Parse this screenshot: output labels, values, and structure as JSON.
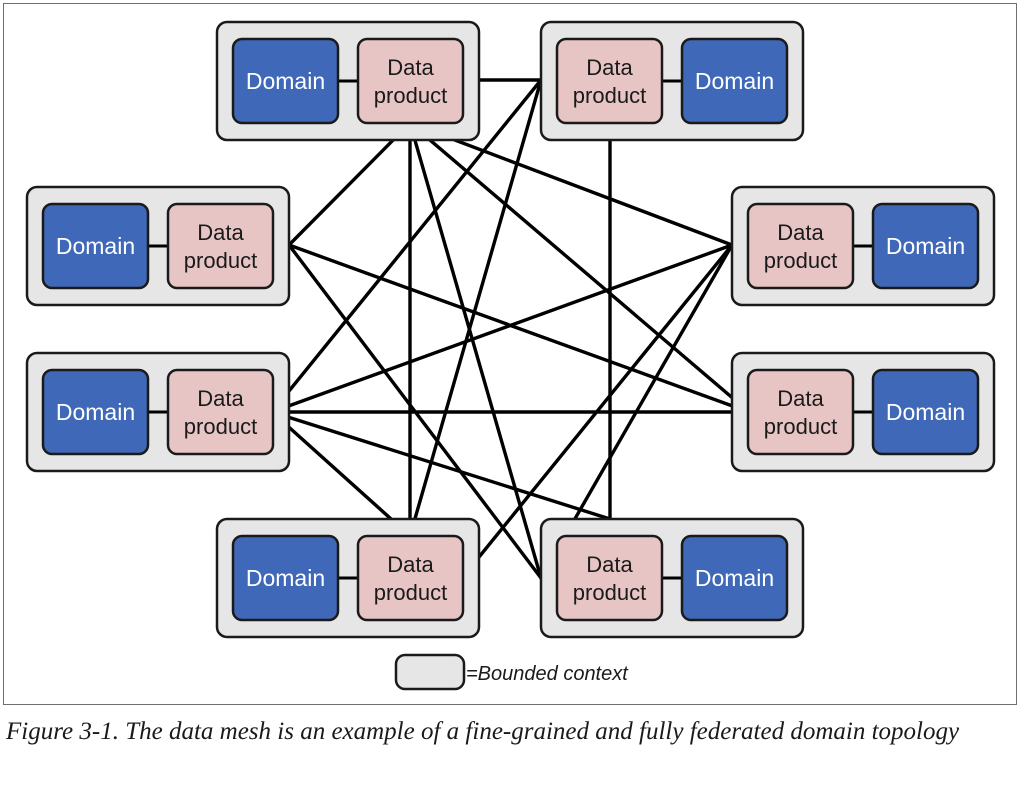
{
  "diagram": {
    "domain_label": "Domain",
    "data_product_line1": "Data",
    "data_product_line2": "product",
    "colors": {
      "domain_fill": "#3f68b8",
      "data_product_fill": "#e8c5c5",
      "bounded_context_fill": "#e6e6e6",
      "edge": "#000000"
    },
    "nodes": [
      {
        "id": "top-left",
        "domain_side": "left"
      },
      {
        "id": "top-right",
        "domain_side": "right"
      },
      {
        "id": "upper-left",
        "domain_side": "left"
      },
      {
        "id": "upper-right",
        "domain_side": "right"
      },
      {
        "id": "middle-left",
        "domain_side": "left"
      },
      {
        "id": "middle-right",
        "domain_side": "right"
      },
      {
        "id": "bottom-left",
        "domain_side": "left"
      },
      {
        "id": "bottom-right",
        "domain_side": "right"
      }
    ],
    "connections": [
      [
        "top-left",
        "top-right"
      ],
      [
        "top-left",
        "upper-left"
      ],
      [
        "top-left",
        "upper-right"
      ],
      [
        "top-left",
        "middle-right"
      ],
      [
        "top-left",
        "bottom-left"
      ],
      [
        "top-left",
        "bottom-right"
      ],
      [
        "top-right",
        "middle-left"
      ],
      [
        "top-right",
        "bottom-left"
      ],
      [
        "top-right",
        "bottom-right"
      ],
      [
        "upper-left",
        "middle-right"
      ],
      [
        "upper-left",
        "bottom-right"
      ],
      [
        "upper-right",
        "middle-left"
      ],
      [
        "upper-right",
        "bottom-left"
      ],
      [
        "upper-right",
        "bottom-right"
      ],
      [
        "middle-left",
        "middle-right"
      ],
      [
        "middle-left",
        "bottom-left"
      ],
      [
        "middle-left",
        "bottom-right"
      ]
    ]
  },
  "legend": {
    "label": "=Bounded context"
  },
  "caption": "Figure 3-1. The data mesh is an example of a fine-grained and fully federated domain topology"
}
